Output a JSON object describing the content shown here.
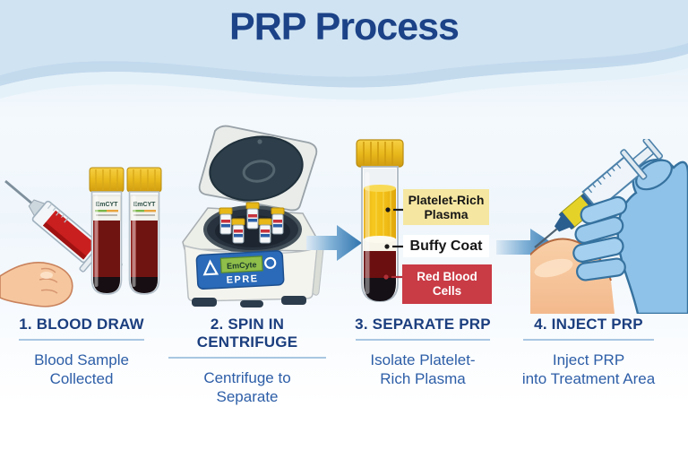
{
  "title": "PRP Process",
  "steps": [
    {
      "heading": "1. BLOOD DRAW",
      "caption_line1": "Blood Sample",
      "caption_line2": "Collected"
    },
    {
      "heading": "2. SPIN IN CENTRIFUGE",
      "caption_line1": "Centrifuge to",
      "caption_line2": "Separate"
    },
    {
      "heading": "3. SEPARATE PRP",
      "caption_line1": "Isolate Platelet-",
      "caption_line2": "Rich Plasma"
    },
    {
      "heading": "4. INJECT PRP",
      "caption_line1": "Inject PRP",
      "caption_line2": "into Treatment Area"
    }
  ],
  "blood_tubes": {
    "brand_label": "EmCYT"
  },
  "centrifuge": {
    "lcd_text": "EmCyte",
    "panel_text": "EPRE"
  },
  "separation_labels": {
    "plasma": "Platelet-Rich Plasma",
    "buffy": "Buffy Coat",
    "rbc": "Red Blood Cells"
  },
  "colors": {
    "title_text": "#1c4287",
    "step_heading": "#1b3e7e",
    "step_caption": "#2d5ea7",
    "underline": "#a9c7e2",
    "arrow_dark": "#2f74ae",
    "plasma_label_bg": "#f5e6a1",
    "rbc_label_bg": "#c93b45",
    "plasma_layer": "#f0bc16",
    "blood": "#6b0f10",
    "tube_cap_gold": "#e9b91c",
    "glove_blue": "#8fc2e8",
    "skin": "#f7c9a2",
    "centrifuge_panel": "#2a6ab8",
    "lcd_green": "#8fbe4a"
  }
}
